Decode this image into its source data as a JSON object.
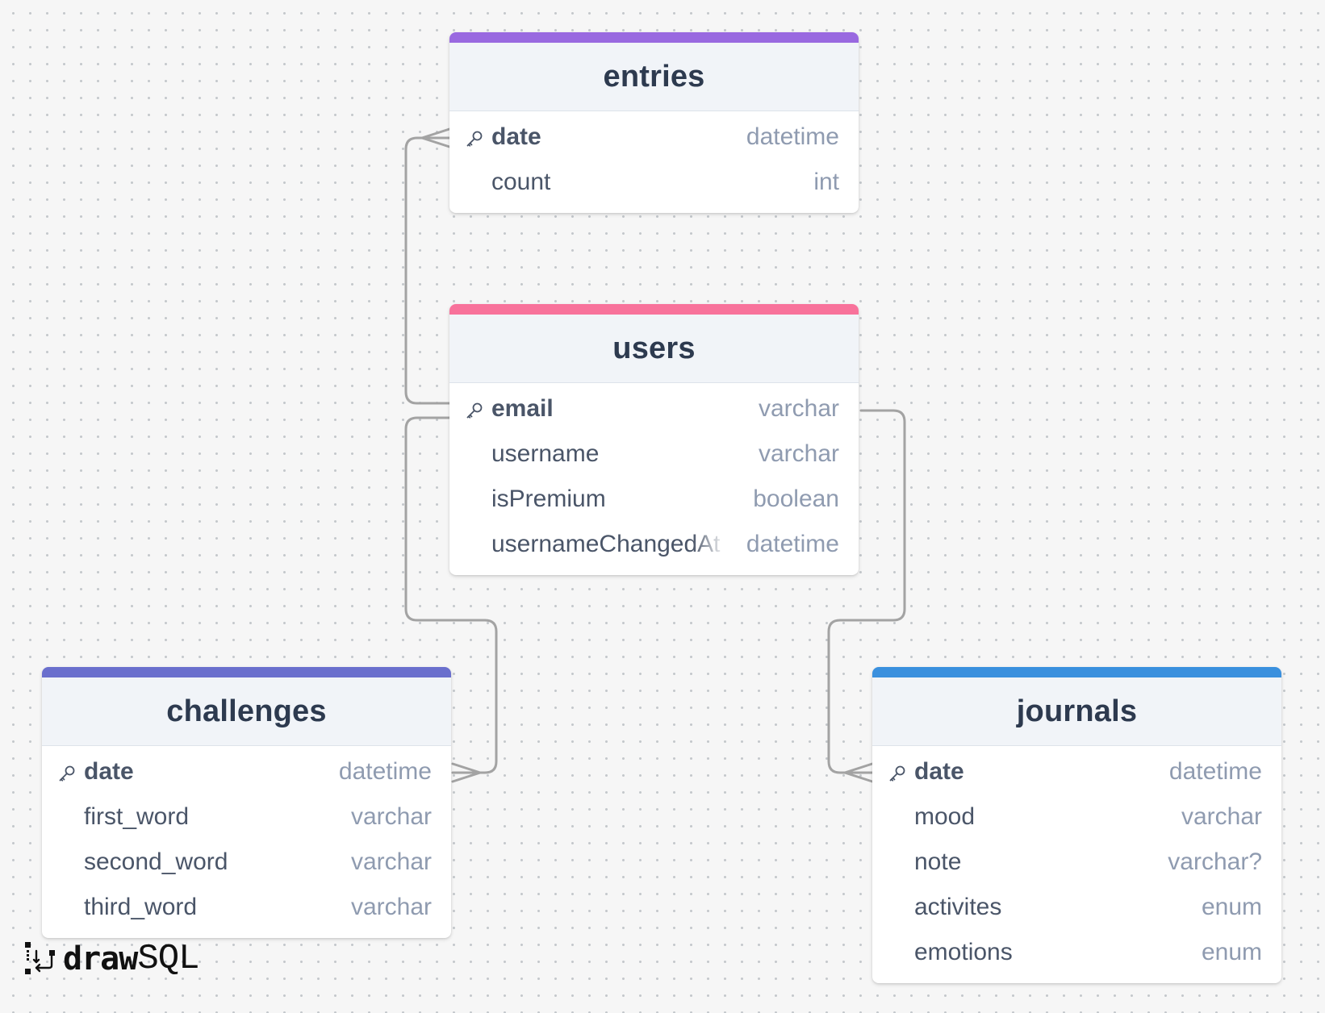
{
  "diagram": {
    "tables": [
      {
        "name": "entries",
        "color": "#9969e0",
        "columns": [
          {
            "name": "date",
            "type": "datetime",
            "primary_key": true
          },
          {
            "name": "count",
            "type": "int",
            "primary_key": false
          }
        ]
      },
      {
        "name": "users",
        "color": "#f8729b",
        "columns": [
          {
            "name": "email",
            "type": "varchar",
            "primary_key": true
          },
          {
            "name": "username",
            "type": "varchar",
            "primary_key": false
          },
          {
            "name": "isPremium",
            "type": "boolean",
            "primary_key": false
          },
          {
            "name": "usernameChangedAt",
            "type": "datetime",
            "primary_key": false
          }
        ]
      },
      {
        "name": "challenges",
        "color": "#6a6fcd",
        "columns": [
          {
            "name": "date",
            "type": "datetime",
            "primary_key": true
          },
          {
            "name": "first_word",
            "type": "varchar",
            "primary_key": false
          },
          {
            "name": "second_word",
            "type": "varchar",
            "primary_key": false
          },
          {
            "name": "third_word",
            "type": "varchar",
            "primary_key": false
          }
        ]
      },
      {
        "name": "journals",
        "color": "#3a90de",
        "columns": [
          {
            "name": "date",
            "type": "datetime",
            "primary_key": true
          },
          {
            "name": "mood",
            "type": "varchar",
            "primary_key": false
          },
          {
            "name": "note",
            "type": "varchar?",
            "primary_key": false
          },
          {
            "name": "activites",
            "type": "enum",
            "primary_key": false
          },
          {
            "name": "emotions",
            "type": "enum",
            "primary_key": false
          }
        ]
      }
    ],
    "relationships": [
      {
        "from": "users.email",
        "to": "entries.date",
        "cardinality": "one-to-many"
      },
      {
        "from": "users.email",
        "to": "challenges.date",
        "cardinality": "one-to-many"
      },
      {
        "from": "users.email",
        "to": "journals.date",
        "cardinality": "one-to-many"
      }
    ],
    "connector_color": "#a3a3a3",
    "text_colors": {
      "title": "#2d3a4f",
      "column": "#4a5568",
      "type": "#8f9bb0"
    }
  },
  "branding": {
    "logo_part1": "draw",
    "logo_part2": "SQL"
  }
}
